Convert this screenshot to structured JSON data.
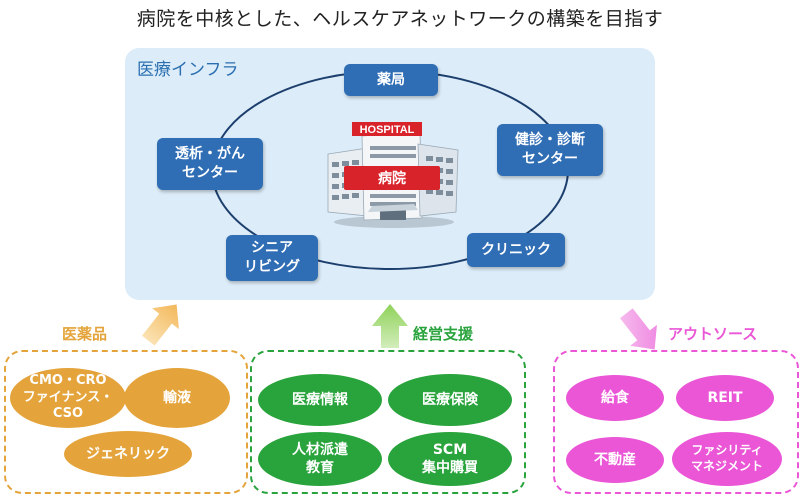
{
  "title": "病院を中核とした、ヘルスケアネットワークの構築を目指す",
  "infra": {
    "label": "医療インフラ",
    "hospital_sign": "HOSPITAL",
    "hospital_label": "病院",
    "nodes": {
      "pharmacy": "薬局",
      "checkup": "健診・診断\nセンター",
      "clinic": "クリニック",
      "senior": "シニア\nリビング",
      "dialysis": "透析・がん\nセンター"
    }
  },
  "pharma": {
    "label": "医薬品",
    "items": [
      "CMO・CRO\nファイナンス・CSO",
      "輸液",
      "ジェネリック"
    ]
  },
  "management": {
    "label": "経営支援",
    "items": [
      "医療情報",
      "医療保険",
      "人材派遣\n教育",
      "SCM\n集中購買"
    ]
  },
  "outsource": {
    "label": "アウトソース",
    "items": [
      "給食",
      "REIT",
      "不動産",
      "ファシリティ\nマネジメント"
    ]
  },
  "colors": {
    "infra_bg": "#dcecf8",
    "node_blue": "#2f6db5",
    "orange": "#e4a43b",
    "green": "#29a33c",
    "pink": "#ea56d6",
    "hospital_red": "#d9232b"
  }
}
